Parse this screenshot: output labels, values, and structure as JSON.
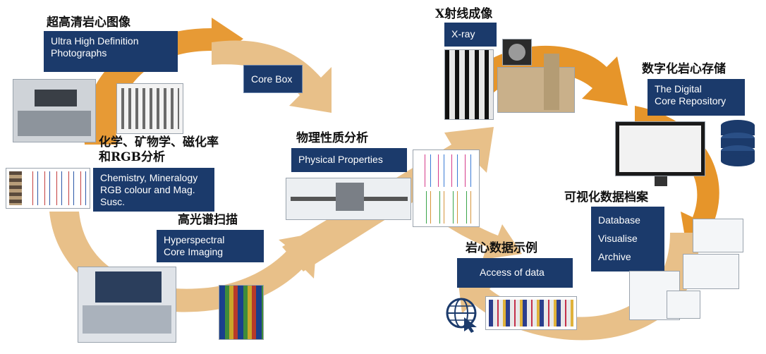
{
  "stages": {
    "photographs": {
      "zh": "超高清岩心图像",
      "en": [
        "Ultra High Definition",
        "Photographs"
      ]
    },
    "corebox": {
      "en": [
        "Core Box"
      ]
    },
    "xray": {
      "zh": "X射线成像",
      "en": [
        "X-ray"
      ]
    },
    "repository": {
      "zh": "数字化岩心存储",
      "en": [
        "The Digital",
        "Core Repository"
      ]
    },
    "chemistry": {
      "zh": [
        "化学、矿物学、磁化率",
        "和RGB分析"
      ],
      "en": [
        "Chemistry, Mineralogy",
        "RGB colour and Mag.",
        "Susc."
      ]
    },
    "physical": {
      "zh": "物理性质分析",
      "en": [
        "Physical Properties"
      ]
    },
    "visualise": {
      "zh": "可视化数据档案",
      "en": [
        "Database",
        "Visualise",
        "Archive"
      ]
    },
    "hyperspectral": {
      "zh": "高光谱扫描",
      "en": [
        "Hyperspectral",
        "Core Imaging"
      ]
    },
    "access": {
      "zh": "岩心数据示例",
      "en": [
        "Access of data"
      ]
    }
  },
  "colors": {
    "box": "#1b3a6b",
    "arrow_orange": "#e6952a",
    "arrow_tan": "#e8c089"
  },
  "icons": [
    "scanner-device",
    "xray-machine",
    "database-cylinders",
    "monitor-display",
    "globe-cursor-icon",
    "hyperspectral-scanner"
  ]
}
